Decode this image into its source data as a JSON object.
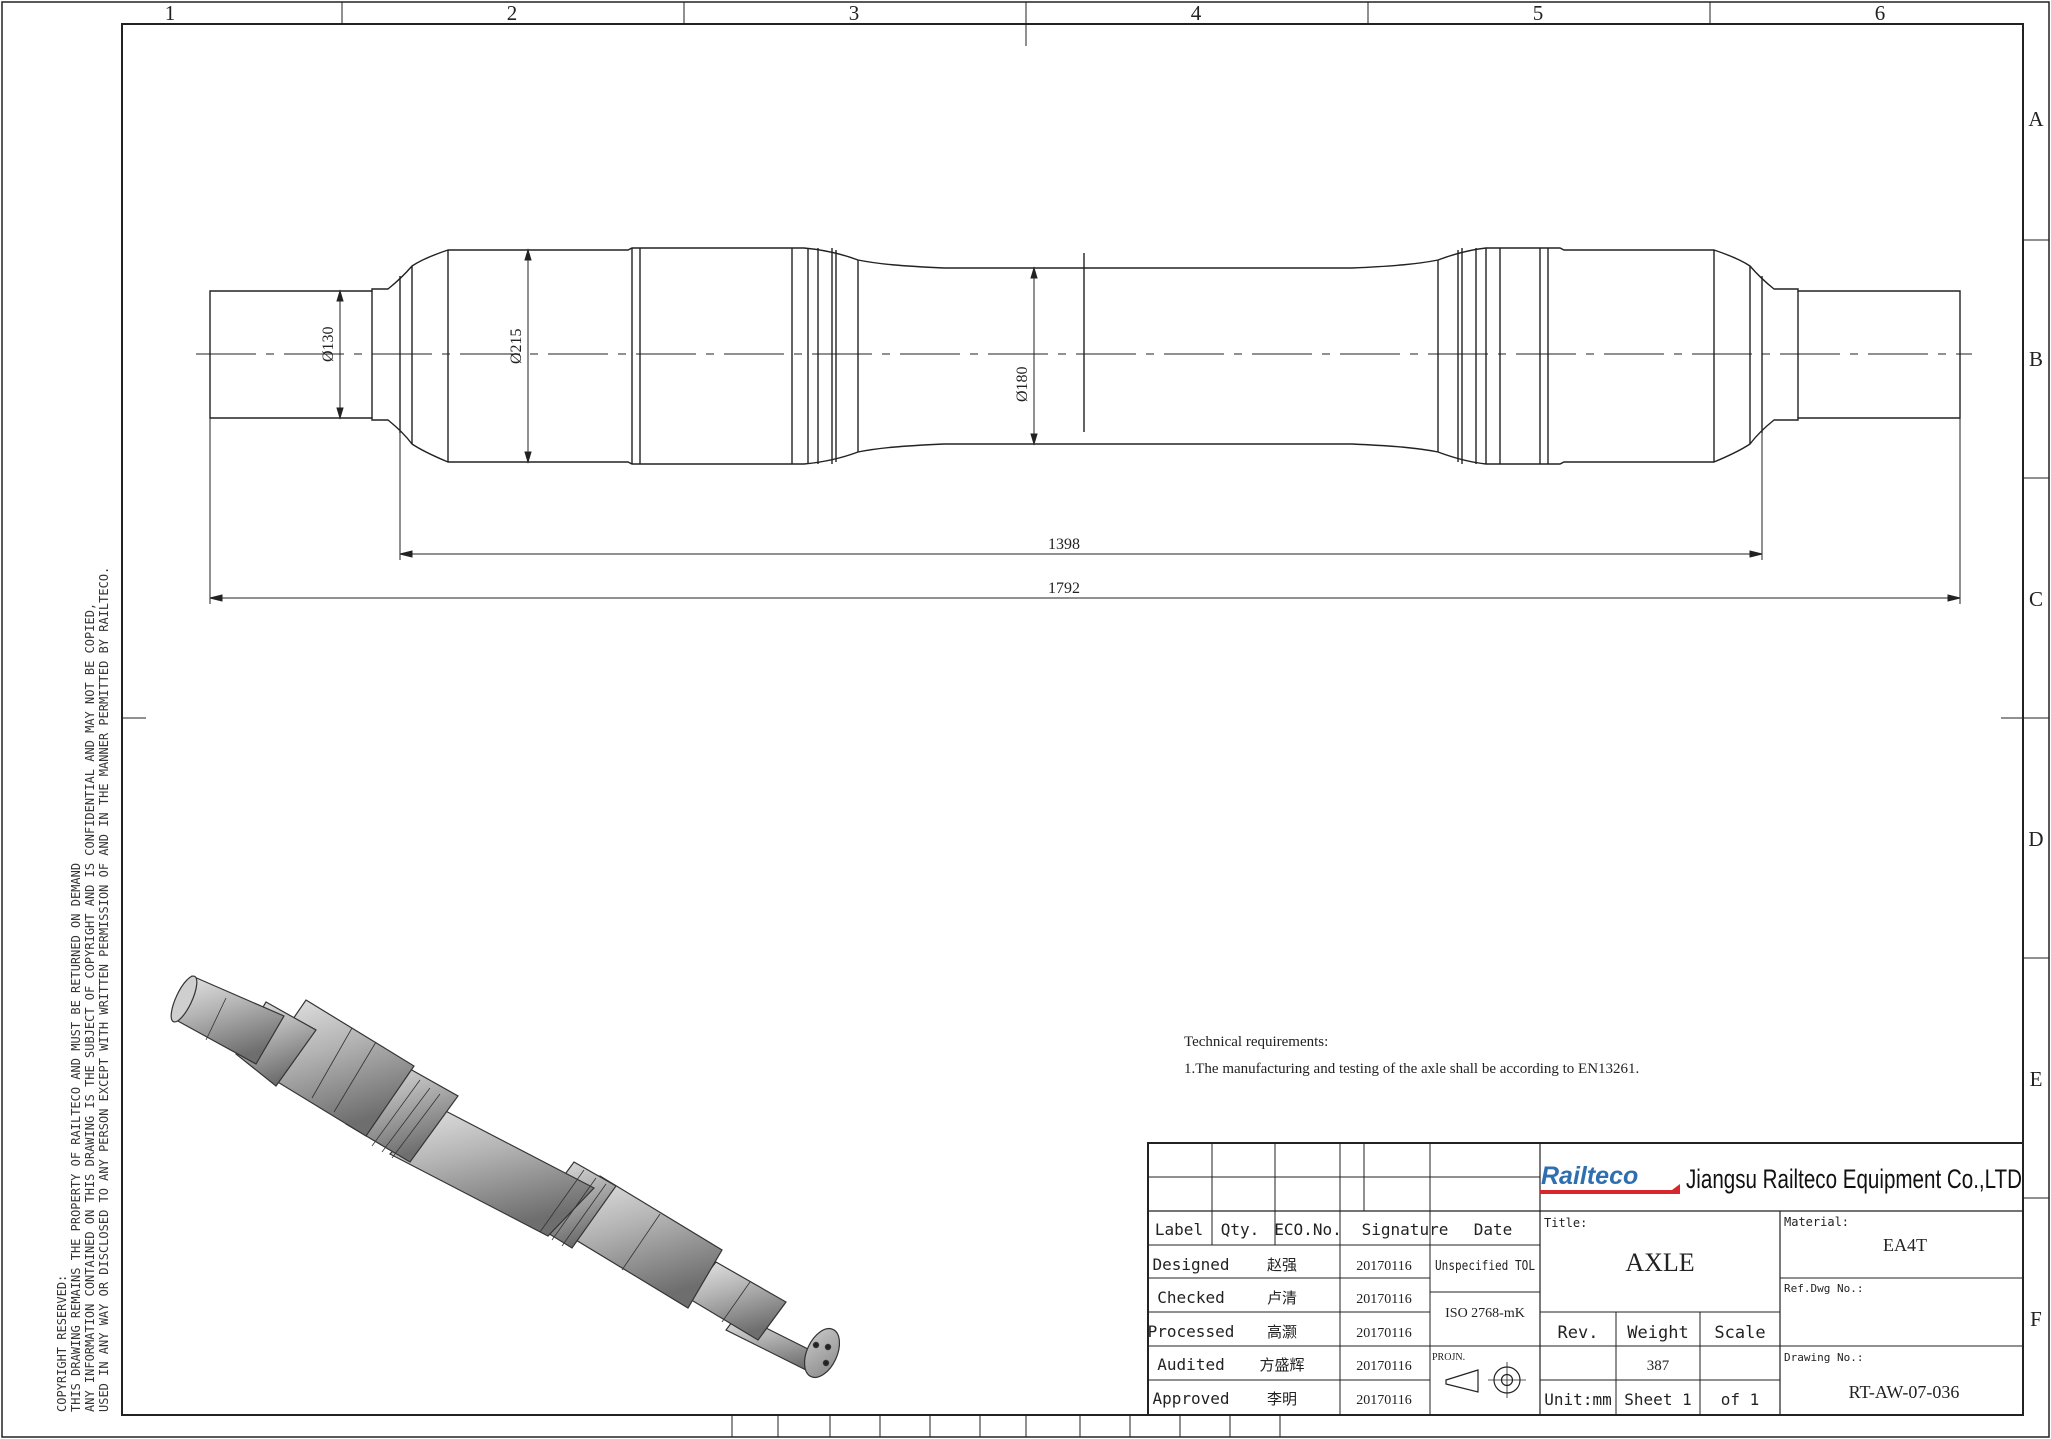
{
  "zones": {
    "columns": [
      "1",
      "2",
      "3",
      "4",
      "5",
      "6"
    ],
    "rows": [
      "A",
      "B",
      "C",
      "D",
      "E",
      "F"
    ]
  },
  "copyright": {
    "lines": [
      "COPYRIGHT RESERVED:",
      "THIS DRAWING REMAINS THE PROPERTY OF RAILTECO AND MUST BE RETURNED ON DEMAND",
      "ANY INFORMATION CONTAINED ON THIS DRAWING IS THE SUBJECT OF COPYRIGHT AND IS CONFIDENTIAL AND MAY NOT BE COPIED,",
      "USED IN ANY WAY OR DISCLOSED TO ANY PERSON EXCEPT WITH WRITTEN PERMISSION OF AND IN THE MANNER PERMITTED BY RAILTECO."
    ]
  },
  "dimensions": {
    "dia_journal": "Ø130",
    "dia_wheel_seat": "Ø215",
    "dia_body": "Ø180",
    "length_inner": "1398",
    "length_total": "1792"
  },
  "tech": {
    "heading": "Technical requirements:",
    "line1": "1.The manufacturing and testing of the axle shall  be according to EN13261."
  },
  "title_block": {
    "logo": "Railteco",
    "company": "Jiangsu Railteco Equipment Co.,LTD",
    "headers": {
      "label": "Label",
      "qty": "Qty.",
      "eco": "ECO.No.",
      "signature": "Signature",
      "date": "Date"
    },
    "rows": [
      {
        "role": "Designed",
        "name": "赵强",
        "date": "20170116"
      },
      {
        "role": "Checked",
        "name": "卢清",
        "date": "20170116"
      },
      {
        "role": "Processed",
        "name": "高灏",
        "date": "20170116"
      },
      {
        "role": "Audited",
        "name": "方盛辉",
        "date": "20170116"
      },
      {
        "role": "Approved",
        "name": "李明",
        "date": "20170116"
      }
    ],
    "unspecified_tol": "Unspecified TOL",
    "iso": "ISO 2768-mK",
    "projn": "PROJN.",
    "title_label": "Title:",
    "title": "AXLE",
    "rev_label": "Rev.",
    "weight_label": "Weight",
    "scale_label": "Scale",
    "weight": "387",
    "unit": "Unit:mm",
    "sheet": "Sheet 1",
    "of": "of 1",
    "material_label": "Material:",
    "material": "EA4T",
    "ref_label": "Ref.Dwg No.:",
    "drawing_no_label": "Drawing No.:",
    "drawing_no": "RT-AW-07-036"
  },
  "colors": {
    "line": "#222222",
    "logo_blue": "#2f6fb0",
    "logo_red": "#d9262c",
    "iso_shade_light": "#d4d4d4",
    "iso_shade_dark": "#8c8c8c"
  }
}
